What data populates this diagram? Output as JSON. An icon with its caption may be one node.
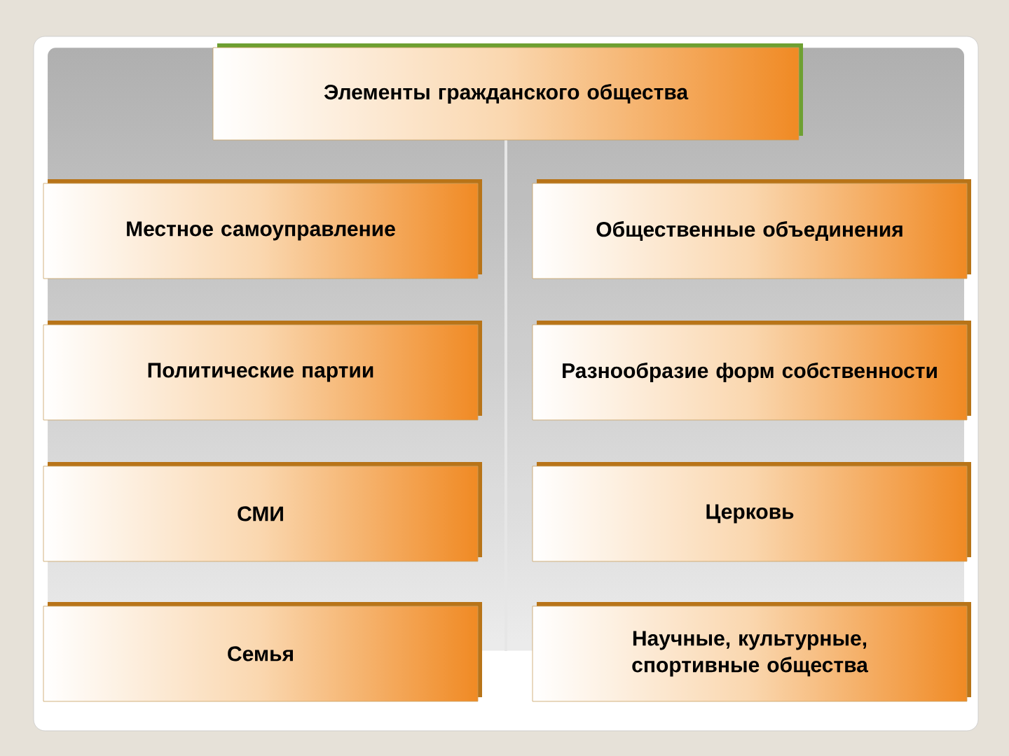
{
  "diagram": {
    "title": "Элементы гражданского общества",
    "nodes": [
      {
        "text": [
          "Местное самоуправление"
        ]
      },
      {
        "text": [
          "Общественные объединения"
        ]
      },
      {
        "text": [
          "Политические партии"
        ]
      },
      {
        "text": [
          "Разнообразие форм собственности"
        ]
      },
      {
        "text": [
          "СМИ"
        ]
      },
      {
        "text": [
          "Церковь"
        ]
      },
      {
        "text": [
          "Семья"
        ]
      },
      {
        "text": [
          "Научные, культурные, спортивные общества"
        ]
      }
    ]
  }
}
